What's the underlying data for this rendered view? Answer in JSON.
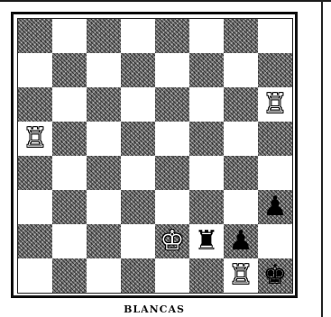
{
  "caption": "BLANCAS",
  "board": {
    "light_color": "#ffffff",
    "dark_color": "#7a7a7a",
    "pieces": [
      {
        "square": "h6",
        "piece": "rook",
        "color": "white",
        "glyph": "♖"
      },
      {
        "square": "a5",
        "piece": "rook",
        "color": "white",
        "glyph": "♖"
      },
      {
        "square": "h3",
        "piece": "pawn",
        "color": "black",
        "glyph": "♟"
      },
      {
        "square": "e2",
        "piece": "king",
        "color": "white",
        "glyph": "♔"
      },
      {
        "square": "f2",
        "piece": "rook",
        "color": "black",
        "glyph": "♜"
      },
      {
        "square": "g2",
        "piece": "pawn",
        "color": "black",
        "glyph": "♟"
      },
      {
        "square": "g1",
        "piece": "rook",
        "color": "white",
        "glyph": "♖"
      },
      {
        "square": "h1",
        "piece": "king",
        "color": "black",
        "glyph": "♚"
      }
    ]
  }
}
